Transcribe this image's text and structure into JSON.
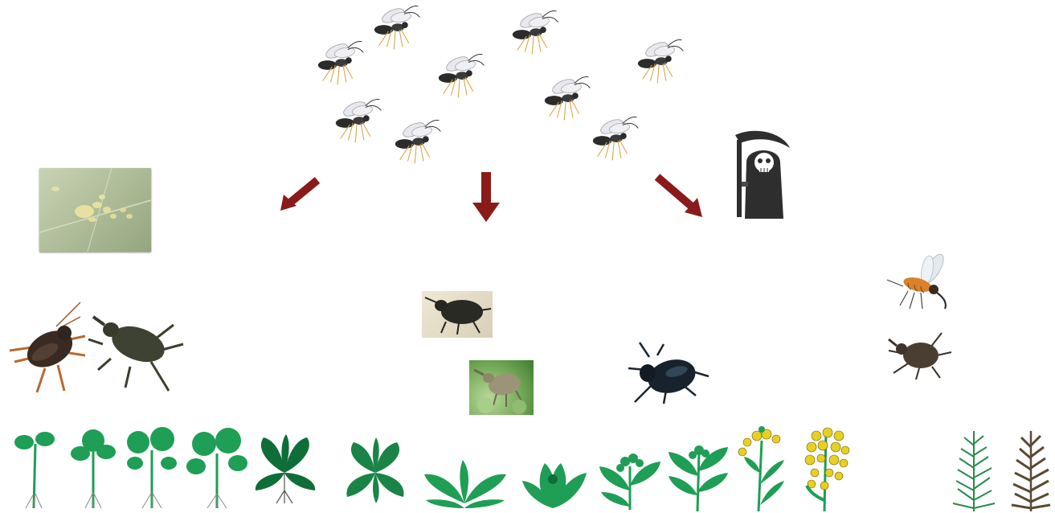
{
  "diagram": {
    "wasps": [
      {
        "icon": "parasitoid-wasp-icon"
      },
      {
        "icon": "parasitoid-wasp-icon"
      },
      {
        "icon": "parasitoid-wasp-icon"
      },
      {
        "icon": "parasitoid-wasp-icon"
      },
      {
        "icon": "parasitoid-wasp-icon"
      },
      {
        "icon": "parasitoid-wasp-icon"
      },
      {
        "icon": "parasitoid-wasp-icon"
      },
      {
        "icon": "parasitoid-wasp-icon"
      },
      {
        "icon": "parasitoid-wasp-icon"
      }
    ],
    "arrows": [
      {
        "icon": "arrow-down-left-icon"
      },
      {
        "icon": "arrow-down-icon"
      },
      {
        "icon": "arrow-down-right-icon"
      }
    ],
    "death": {
      "icon": "grim-reaper-icon"
    },
    "pests": [
      {
        "icon": "aphid-colony-photo"
      },
      {
        "icon": "flea-beetle-icon"
      },
      {
        "icon": "stem-weevil-icon"
      },
      {
        "icon": "seed-weevil-photo"
      },
      {
        "icon": "bud-weevil-photo"
      },
      {
        "icon": "pollen-beetle-icon"
      },
      {
        "icon": "pod-midge-icon"
      },
      {
        "icon": "pod-weevil-icon"
      }
    ],
    "growth_stages": [
      "cotyledon",
      "two-leaf",
      "three-leaf",
      "four-leaf",
      "rosette",
      "rosette-late",
      "stem-elongation",
      "green-bud",
      "bud-cluster",
      "yellow-bud",
      "first-flower",
      "full-flower",
      "green-pods",
      "ripe-pods"
    ],
    "colors": {
      "arrow": "#8b1a1a",
      "plant": "#1f9e55",
      "plant_dark": "#0f6e37",
      "flower": "#e8d020",
      "ripe": "#5a4a32",
      "wasp_body": "#2b2b2b",
      "reaper": "#2e2e2e"
    }
  }
}
